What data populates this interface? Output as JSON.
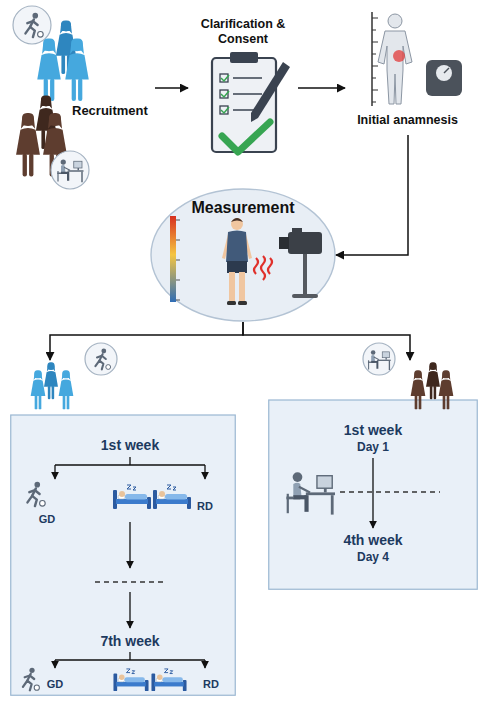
{
  "diagram": {
    "nodes": [
      {
        "text": [
          "Recruitment"
        ]
      },
      {
        "text": [
          "Clarification & Consent"
        ]
      },
      {
        "text": [
          "Initial anamnesis"
        ]
      },
      {
        "text": [
          "Measurement"
        ]
      },
      {
        "text": [
          "1st week",
          "GD",
          "RD",
          "7th week",
          "GD",
          "RD"
        ]
      },
      {
        "text": [
          "1st week",
          "Day 1",
          "4th week",
          "Day 4"
        ]
      }
    ],
    "edges": [
      {
        "from": 0,
        "to": 1,
        "arrow": "to"
      },
      {
        "from": 1,
        "to": 2,
        "arrow": "to"
      },
      {
        "from": 2,
        "to": 3,
        "arrow": "to"
      },
      {
        "from": 3,
        "to": 4,
        "arrow": "to"
      },
      {
        "from": 3,
        "to": 5,
        "arrow": "to"
      }
    ]
  }
}
